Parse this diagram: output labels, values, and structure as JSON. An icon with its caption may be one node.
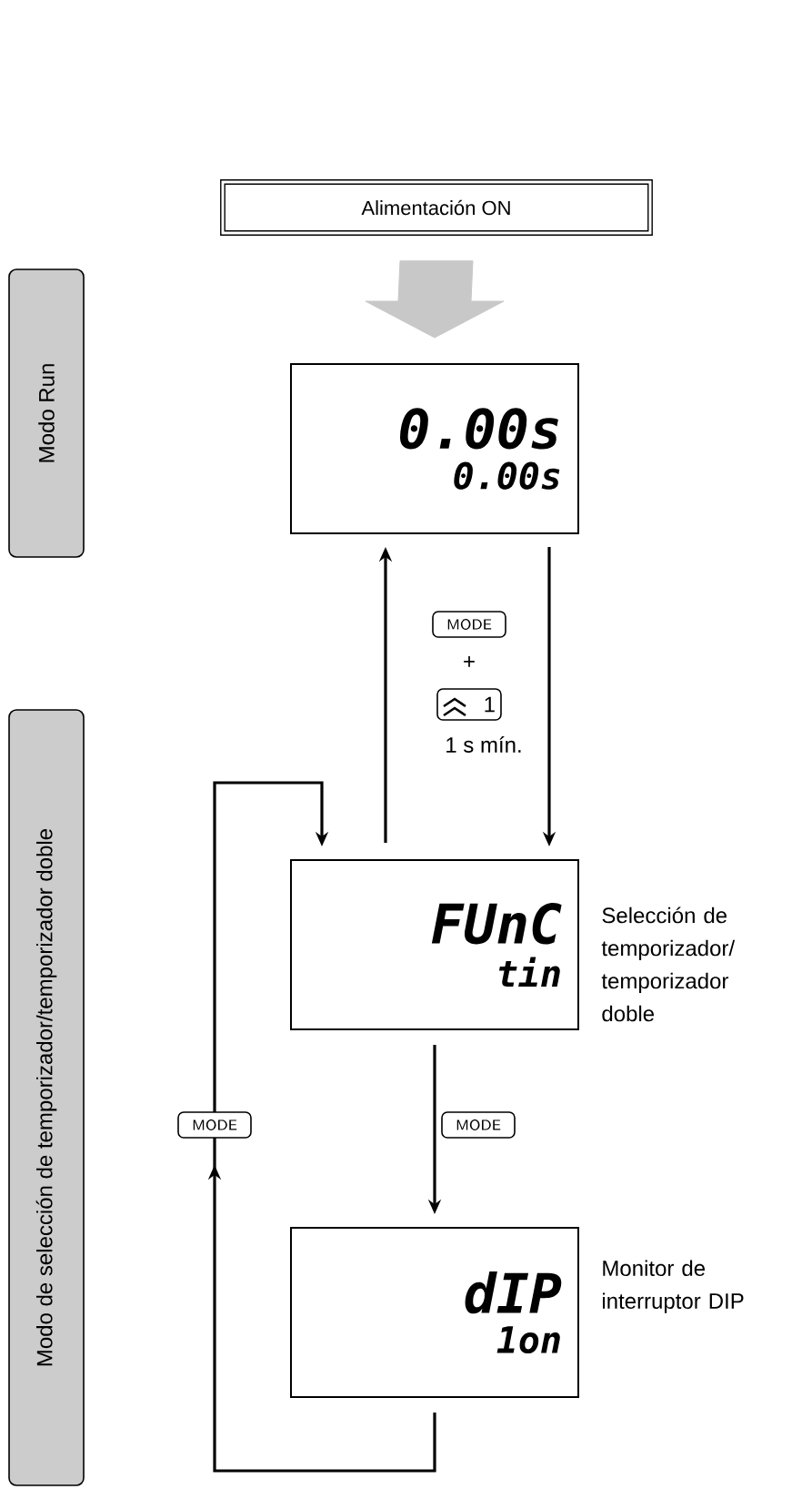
{
  "diagram": {
    "nodes": [
      {
        "text": [
          "Alimentación ON"
        ]
      },
      {
        "text": [
          "Modo Run"
        ]
      },
      {
        "text": [
          "0.00s",
          "0.00s"
        ]
      },
      {
        "text": [
          "Modo de selección de temporizador/temporizador doble"
        ]
      },
      {
        "text": [
          "FUnC",
          "tin"
        ],
        "beside": [
          "Selección de temporizador/ temporizador doble"
        ]
      },
      {
        "text": [
          "dIP",
          "1on"
        ],
        "beside": [
          "Monitor de interruptor DIP"
        ]
      }
    ],
    "edges": [
      {
        "from": 0,
        "to": 2,
        "arrow": "to",
        "style": "thick",
        "color": "#c8c8c8"
      },
      {
        "from": 4,
        "to": 2,
        "arrow": "to"
      },
      {
        "from": 2,
        "to": 4,
        "arrow": "to"
      },
      {
        "from": 4,
        "to": 5,
        "arrow": "to",
        "label": "MODE"
      },
      {
        "from": 5,
        "to": 4,
        "arrow": "to",
        "label": "MODE"
      }
    ],
    "labels": [
      "MODE",
      "+",
      "1",
      "1 s mín."
    ]
  }
}
